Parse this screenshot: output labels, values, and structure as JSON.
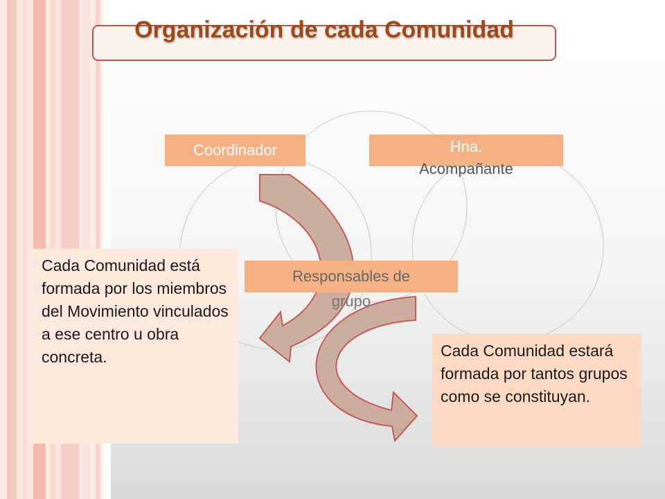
{
  "title": "Organización de cada Comunidad",
  "roles": {
    "coordinator": "Coordinador",
    "companion_line1": "Hna.",
    "companion_line2": "Acompañante",
    "group_leaders_line1": "Responsables de",
    "group_leaders_line2": "grupo"
  },
  "notes": {
    "left": "Cada Comunidad está formada por los miembros del Movimiento vinculados a ese centro u obra concreta.",
    "right": "Cada Comunidad estará formada por tantos grupos como se constituyan."
  },
  "colors": {
    "accent": "#c0504d",
    "title_text": "#9c4a1a",
    "role_box": "#f4b183",
    "arrow_fill": "#c9a898"
  }
}
